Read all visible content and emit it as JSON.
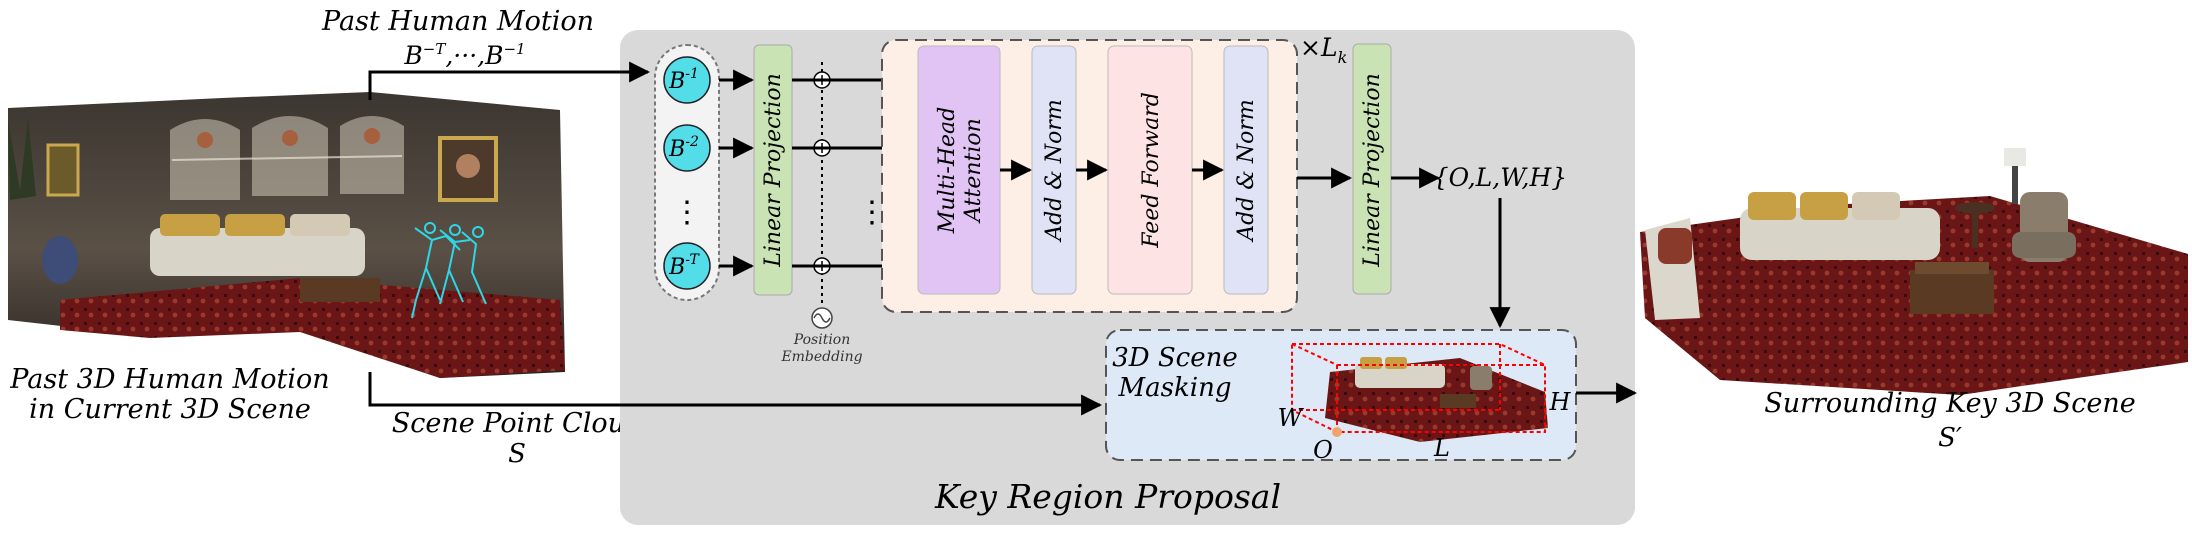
{
  "colors": {
    "panel": "#d9d9d9",
    "encoder_bg": "#fdeee6",
    "attention": "#e1c4f3",
    "add_norm": "#dfe3f5",
    "feed_forward": "#fde3e3",
    "linear_projection": "#c9e3b4",
    "token_fill": "#52dde9",
    "masking_bg": "#dde9f6",
    "mask_box": "#ff0000"
  },
  "left": {
    "past_motion_title": "Past Human Motion",
    "past_motion_symbol": "B^{-T}, ..., B^{-1}",
    "scene_caption_line1": "Past 3D Human Motion",
    "scene_caption_line2": "in Current 3D Scene",
    "point_cloud_label": "Scene Point Cloud",
    "point_cloud_symbol": "S"
  },
  "tokens": [
    {
      "base": "B",
      "exp": "-1"
    },
    {
      "base": "B",
      "exp": "-2"
    },
    {
      "base": "⋮",
      "exp": ""
    },
    {
      "base": "B",
      "exp": "-T"
    }
  ],
  "encoder": {
    "linear_projection_in": "Linear Projection",
    "position_embedding_line1": "Position",
    "position_embedding_line2": "Embedding",
    "attention_line1": "Multi-Head",
    "attention_line2": "Attention",
    "add_norm_1": "Add & Norm",
    "feed_forward": "Feed Forward",
    "add_norm_2": "Add & Norm",
    "repeat": "×L",
    "repeat_sub": "k",
    "linear_projection_out": "Linear Projection",
    "output": "{O,L,W,H}"
  },
  "masking": {
    "title_line1": "3D Scene",
    "title_line2": "Masking",
    "label_w": "W",
    "label_o": "O",
    "label_l": "L",
    "label_h": "H"
  },
  "panel_title": "Key Region Proposal",
  "right": {
    "caption": "Surrounding Key 3D Scene",
    "symbol": "S′"
  }
}
